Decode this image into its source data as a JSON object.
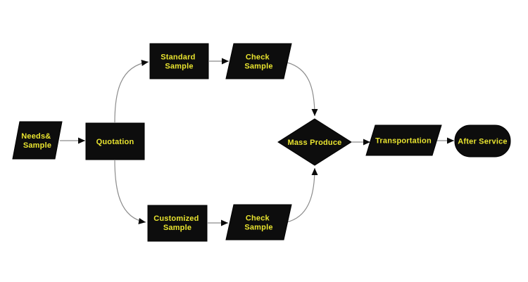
{
  "diagram_type": "flowchart",
  "colors": {
    "background": "#ffffff",
    "node_fill": "#0d0d0d",
    "label_color": "#e9e42f",
    "connector_color": "#8c8c8c",
    "arrowhead_color": "#0a0a0a"
  },
  "nodes": {
    "needs_sample": {
      "shape": "parallelogram",
      "lines": [
        "Needs&",
        "Sample"
      ]
    },
    "quotation": {
      "shape": "process-rectangle",
      "lines": [
        "Quotation"
      ]
    },
    "standard_sample": {
      "shape": "process-rectangle",
      "lines": [
        "Standard",
        "Sample"
      ]
    },
    "check_sample_top": {
      "shape": "parallelogram",
      "lines": [
        "Check",
        "Sample"
      ]
    },
    "customized_sample": {
      "shape": "process-rectangle",
      "lines": [
        "Customized",
        "Sample"
      ]
    },
    "check_sample_bottom": {
      "shape": "parallelogram",
      "lines": [
        "Check",
        "Sample"
      ]
    },
    "mass_produce": {
      "shape": "decision-diamond",
      "lines": [
        "Mass Produce"
      ]
    },
    "transportation": {
      "shape": "parallelogram",
      "lines": [
        "Transportation"
      ]
    },
    "after_service": {
      "shape": "terminator",
      "lines": [
        "After Service"
      ]
    }
  },
  "edges": [
    {
      "from": "needs_sample",
      "to": "quotation"
    },
    {
      "from": "quotation",
      "to": "standard_sample"
    },
    {
      "from": "quotation",
      "to": "customized_sample"
    },
    {
      "from": "standard_sample",
      "to": "check_sample_top"
    },
    {
      "from": "customized_sample",
      "to": "check_sample_bottom"
    },
    {
      "from": "check_sample_top",
      "to": "mass_produce"
    },
    {
      "from": "check_sample_bottom",
      "to": "mass_produce"
    },
    {
      "from": "mass_produce",
      "to": "transportation"
    },
    {
      "from": "transportation",
      "to": "after_service"
    }
  ]
}
